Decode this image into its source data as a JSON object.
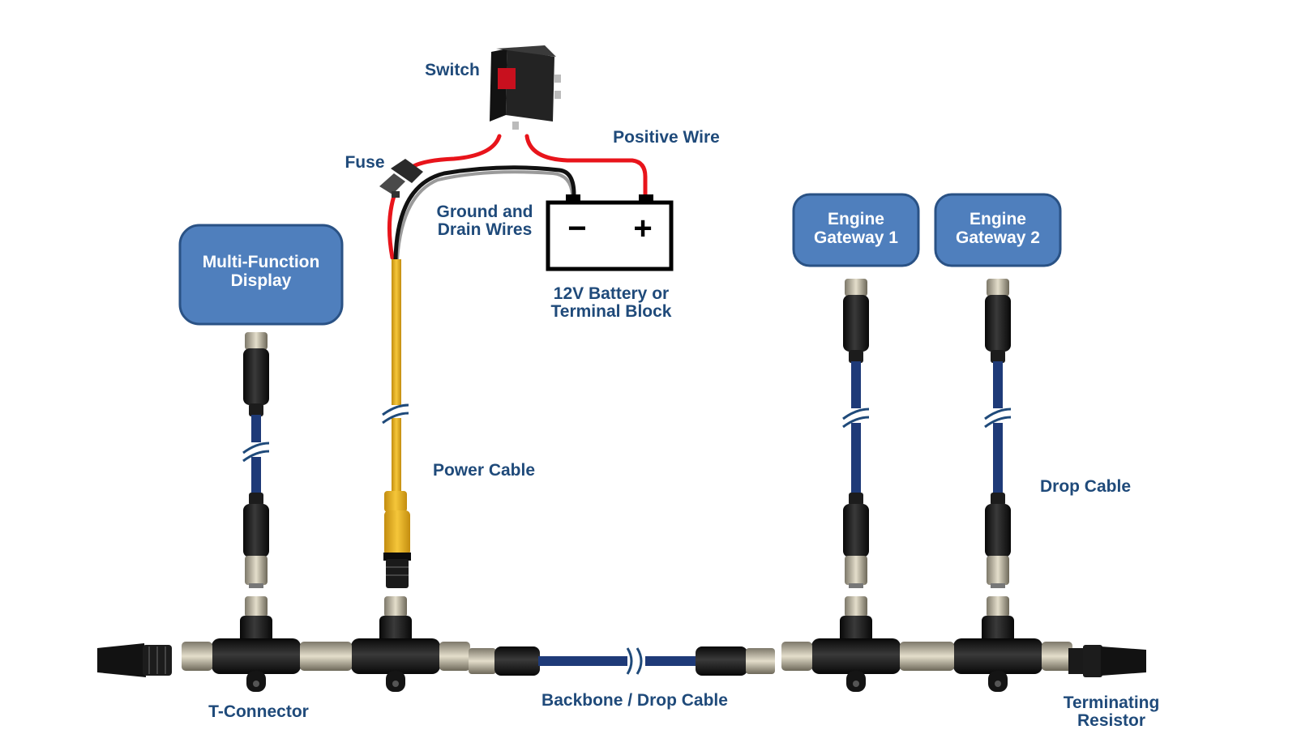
{
  "labels": {
    "switch": "Switch",
    "positive_wire": "Positive Wire",
    "fuse": "Fuse",
    "ground_drain_1": "Ground and",
    "ground_drain_2": "Drain Wires",
    "battery_1": "12V Battery or",
    "battery_2": "Terminal Block",
    "power_cable": "Power Cable",
    "drop_cable": "Drop Cable",
    "t_connector": "T-Connector",
    "backbone": "Backbone / Drop Cable",
    "terminating_1": "Terminating",
    "terminating_2": "Resistor"
  },
  "devices": {
    "mfd_1": "Multi-Function",
    "mfd_2": "Display",
    "eg1_1": "Engine",
    "eg1_2": "Gateway 1",
    "eg2_1": "Engine",
    "eg2_2": "Gateway 2"
  },
  "battery_symbols": {
    "minus": "−",
    "plus": "+"
  },
  "colors": {
    "label_text": "#1f4a7a",
    "device_box": "#4f7fbd",
    "device_border": "#2a5285",
    "positive_wire": "#e8141b",
    "ground_wire": "#111111",
    "drain_wire": "#9a9a9a",
    "power_cable": "#e6b422",
    "drop_cable": "#1e3a78",
    "connector_body": "#1b1b1b",
    "metal": "#bfb9a5"
  }
}
